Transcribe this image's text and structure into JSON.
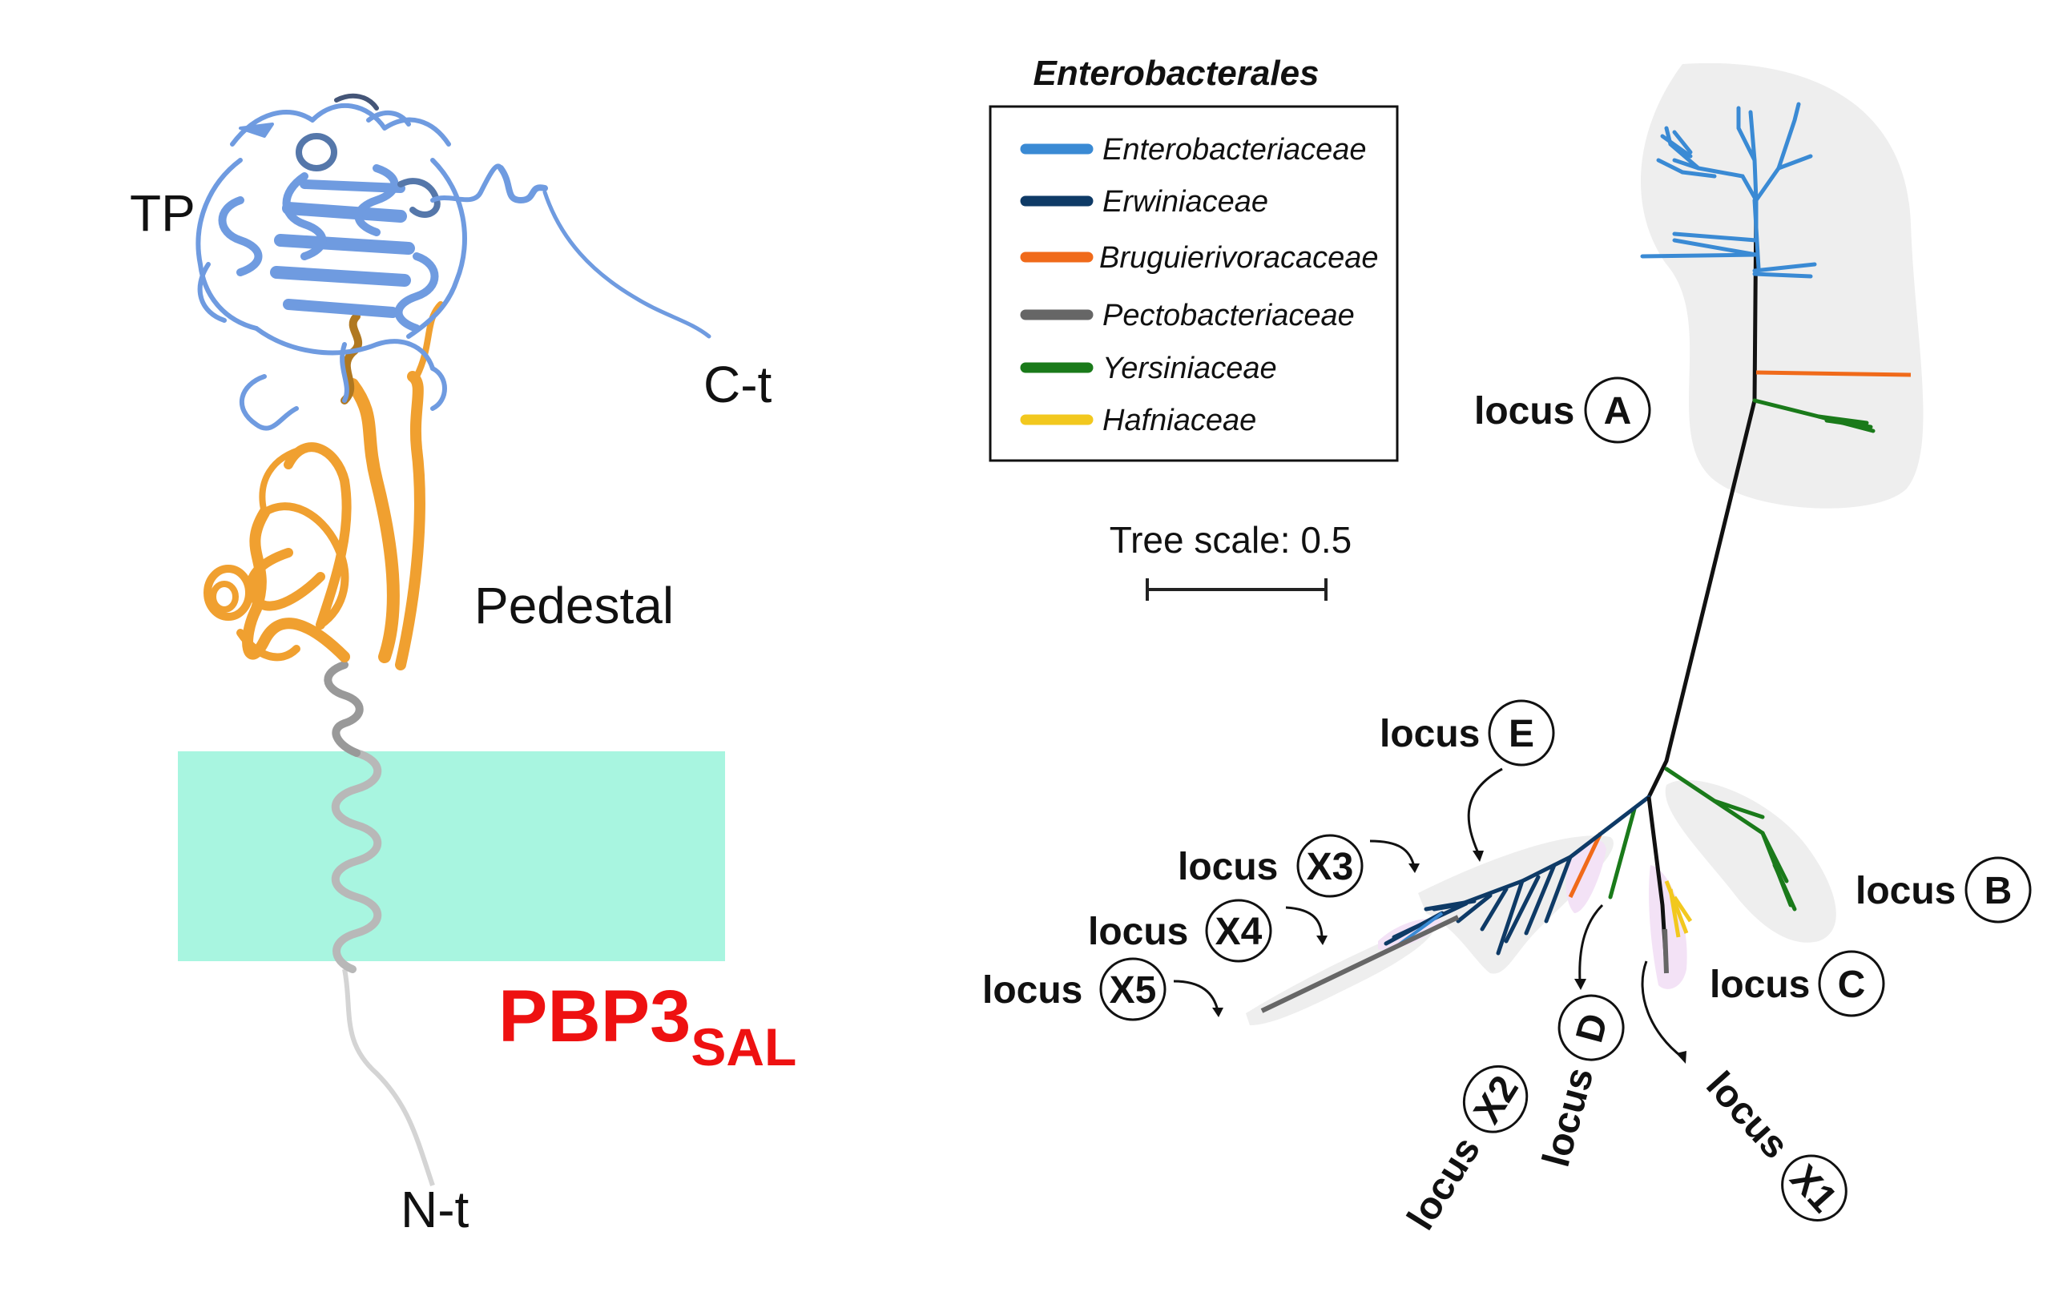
{
  "protein": {
    "tp_label": "TP",
    "ct_label": "C-t",
    "pedestal_label": "Pedestal",
    "nt_label": "N-t",
    "name_main": "PBP3",
    "name_sub": "SAL",
    "colors": {
      "tp": "#6f9be0",
      "pedestal": "#f0a030",
      "membrane": "#a8f5e0",
      "name": "#ee1111",
      "helix": "#b8b8b8"
    }
  },
  "legend": {
    "title": "Enterobacterales",
    "items": [
      {
        "label": "Enterobacteriaceae",
        "color": "#3a8ad4"
      },
      {
        "label": "Erwiniaceae",
        "color": "#0e3a66"
      },
      {
        "label": "Bruguierivoracaceae",
        "color": "#f06a1a"
      },
      {
        "label": "Pectobacteriaceae",
        "color": "#666666"
      },
      {
        "label": "Yersiniaceae",
        "color": "#1a7a1a"
      },
      {
        "label": "Hafniaceae",
        "color": "#f2c81e"
      }
    ]
  },
  "tree_scale": {
    "label": "Tree scale: 0.5"
  },
  "loci": {
    "word": "locus",
    "A": "A",
    "B": "B",
    "C": "C",
    "D": "D",
    "E": "E",
    "X1": "X1",
    "X2": "X2",
    "X3": "X3",
    "X4": "X4",
    "X5": "X5"
  }
}
